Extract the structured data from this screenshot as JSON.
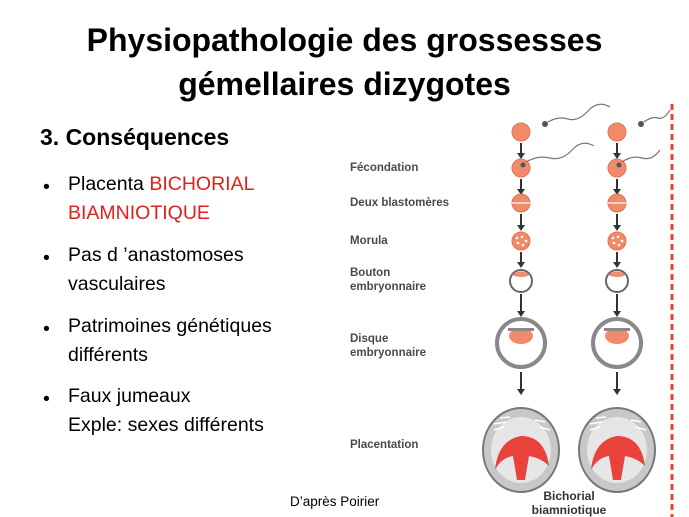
{
  "title": {
    "line1": "Physiopathologie des grossesses",
    "line2": "gémellaires dizygotes"
  },
  "section_heading": "3. Conséquences",
  "bullets": [
    {
      "text": "Placenta ",
      "highlight": "BICHORIAL",
      "highlight2": "BIAMNIOTIQUE"
    },
    {
      "line1": "Pas d ’anastomoses",
      "line2": "vasculaires"
    },
    {
      "line1": "Patrimoines génétiques",
      "line2": "différents"
    },
    {
      "line1": "Faux jumeaux",
      "line2": "Exple: sexes différents"
    }
  ],
  "credit": "D’après Poirier",
  "figure": {
    "stages": [
      "Fécondation",
      "Deux blastomères",
      "Morula",
      "Bouton",
      "embryonnaire",
      "Disque",
      "embryonnaire",
      "Placentation"
    ],
    "caption_line1": "Bichorial",
    "caption_line2": "biamniotique"
  },
  "colors": {
    "highlight": "#e0201b",
    "cell": "#f08a6a",
    "placenta": "#e8433a",
    "separator": "#e8433a"
  }
}
